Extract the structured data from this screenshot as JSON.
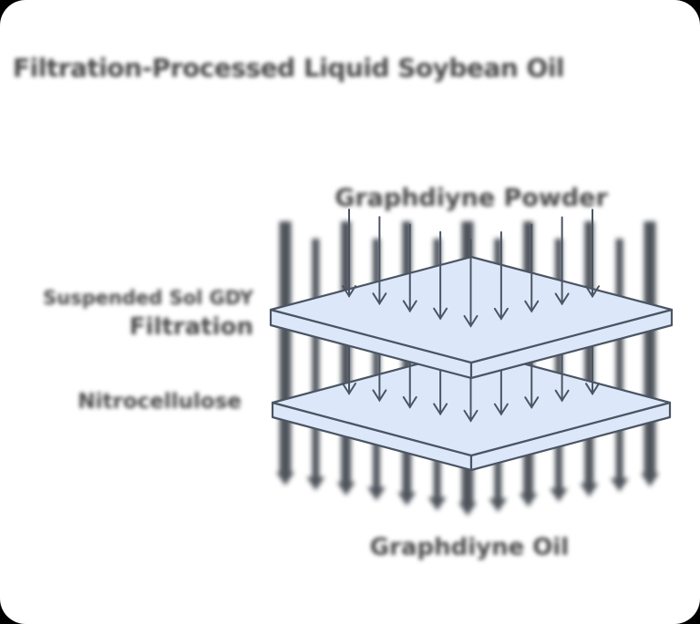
{
  "title": "Filtration-Processed Liquid Soybean Oil",
  "diagram": {
    "top_flow_label": "Graphdiyne Powder",
    "membrane1": {
      "sublabel": "Suspended Sol GDY",
      "label": "Filtration"
    },
    "membrane2": {
      "label": "Nitrocellulose"
    },
    "bottom_output_label": "Graphdiyne Oil",
    "arrows": {
      "direction": "down",
      "thick_count": 13,
      "thin_per_membrane": 9
    },
    "colors": {
      "background": "#000000",
      "card": "#ffffff",
      "plate_fill": "#dce8fa",
      "plate_stroke": "#4b5563",
      "arrow_thick": "#40464e",
      "arrow_thin": "#4b5563",
      "text": "#474747"
    }
  }
}
